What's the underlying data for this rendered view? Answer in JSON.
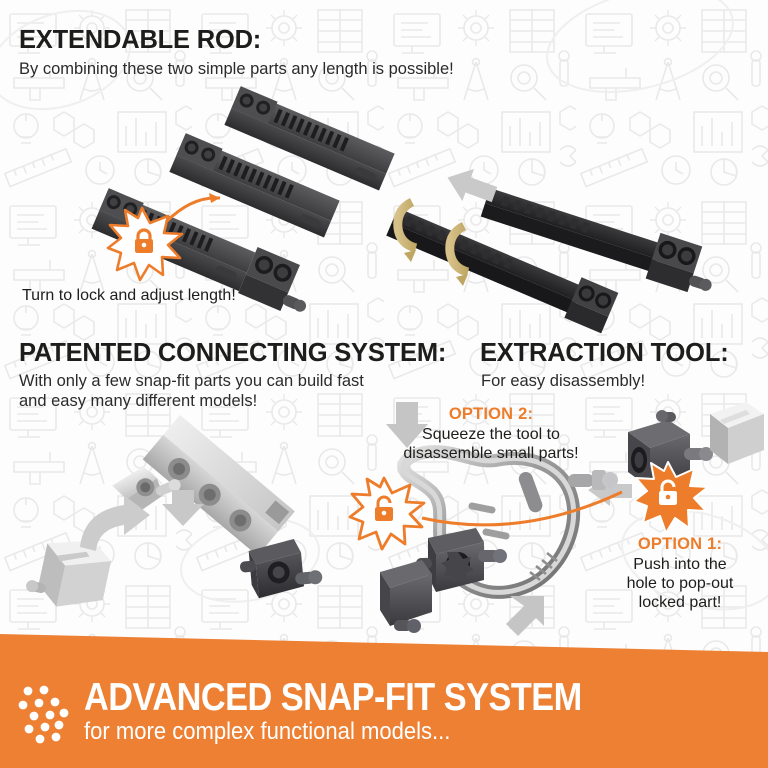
{
  "page": {
    "background_color": "#fdfdfd",
    "accent_color": "#ED7D2B",
    "dark_text_color": "#1d1d1b"
  },
  "sections": {
    "extendable_rod": {
      "title": "EXTENDABLE ROD:",
      "subtitle": "By combining these two simple parts any length is possible!",
      "caption": "Turn to lock and adjust length!"
    },
    "connecting_system": {
      "title": "PATENTED CONNECTING SYSTEM:",
      "subtitle_line1": "With only a few snap-fit parts you can build fast",
      "subtitle_line2": "and easy many different models!"
    },
    "extraction_tool": {
      "title": "EXTRACTION TOOL:",
      "subtitle": "For easy disassembly!",
      "option2": {
        "label": "OPTION 2:",
        "line1": "Squeeze the tool to",
        "line2": "disassemble small parts!"
      },
      "option1": {
        "label": "OPTION 1:",
        "line1": "Push into the",
        "line2": "hole to pop-out",
        "line3": "locked part!"
      }
    }
  },
  "footer": {
    "title": "ADVANCED SNAP-FIT SYSTEM",
    "subtitle": "for more complex functional models...",
    "background_color": "#ED8033",
    "logo_icon": "dotted-chevron-logo"
  },
  "icons": {
    "lock_closed": "padlock-closed-icon",
    "lock_open": "padlock-open-icon",
    "burst": "starburst-icon",
    "arrow": "arrow-icon"
  }
}
